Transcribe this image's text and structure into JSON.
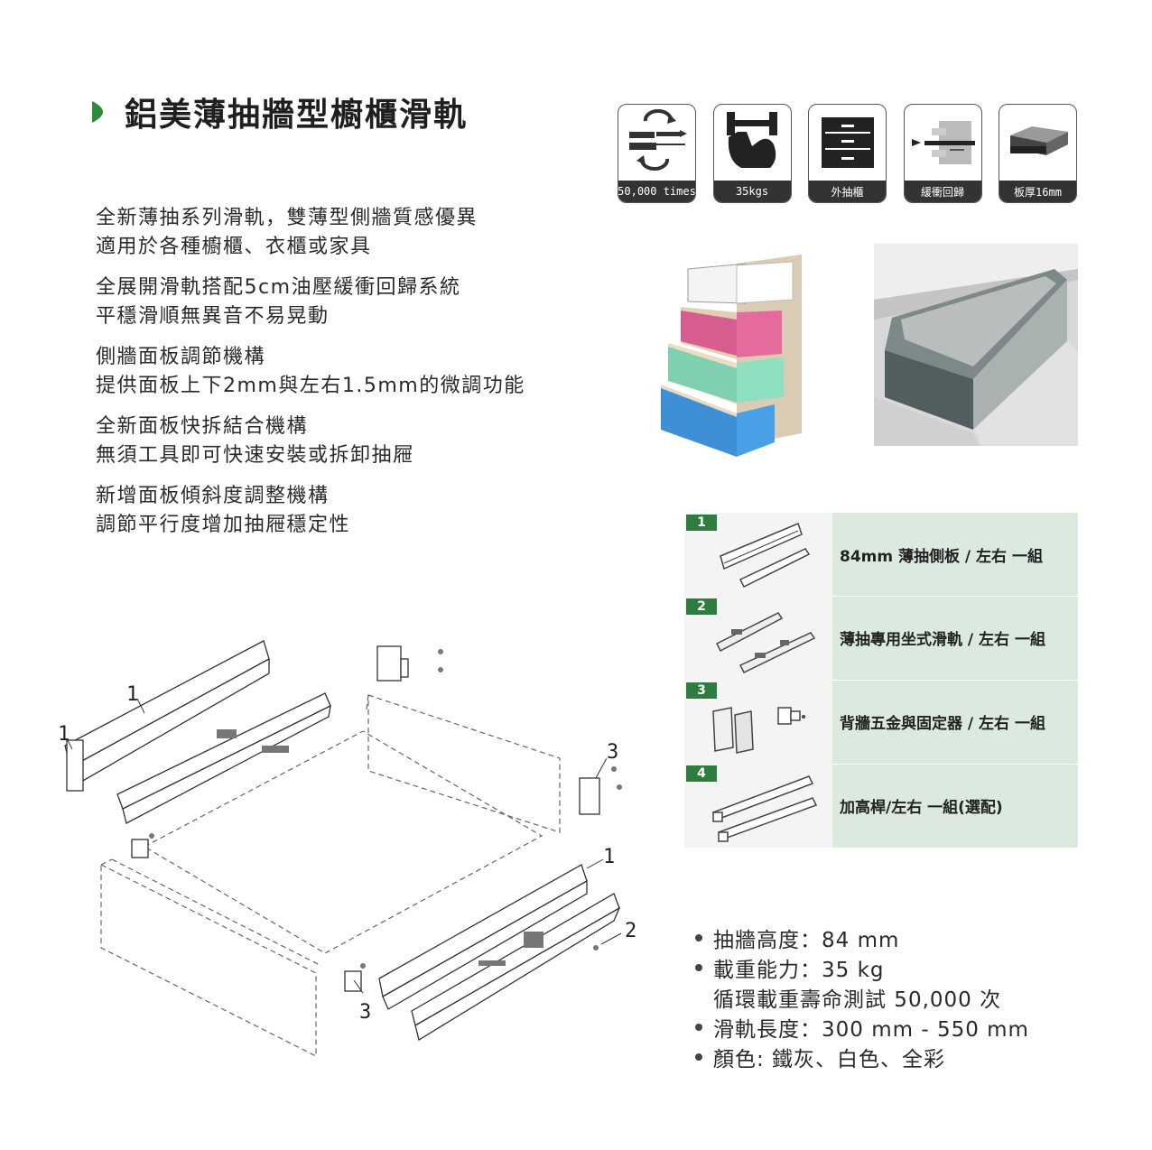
{
  "page": {
    "title": "鋁美薄抽牆型櫥櫃滑軌",
    "accent_color": "#2e8b3d"
  },
  "features": [
    {
      "lines": [
        "全新薄抽系列滑軌，雙薄型側牆質感優異",
        "適用於各種櫥櫃、衣櫃或家具"
      ]
    },
    {
      "lines": [
        "全展開滑軌搭配5cm油壓緩衝回歸系統",
        "平穩滑順無異音不易晃動"
      ]
    },
    {
      "lines": [
        "側牆面板調節機構",
        "提供面板上下2mm與左右1.5mm的微調功能"
      ]
    },
    {
      "lines": [
        "全新面板快拆結合機構",
        "無須工具即可快速安裝或拆卸抽屜"
      ]
    },
    {
      "lines": [
        "新增面板傾斜度調整機構",
        "調節平行度增加抽屜穩定性"
      ]
    }
  ],
  "icons": [
    {
      "name": "cycle-test-icon",
      "label": "50,000 times"
    },
    {
      "name": "strength-icon",
      "label": "35kgs"
    },
    {
      "name": "drawer-icon",
      "label": "外抽櫃"
    },
    {
      "name": "soft-close-icon",
      "label": "緩衝回歸"
    },
    {
      "name": "board-thickness-icon",
      "label": "板厚16mm"
    }
  ],
  "parts": [
    {
      "num": "1",
      "text": "84mm 薄抽側板 / 左右 一組"
    },
    {
      "num": "2",
      "text": "薄抽專用坐式滑軌 / 左右 一組"
    },
    {
      "num": "3",
      "text": "背牆五金與固定器 / 左右 一組"
    },
    {
      "num": "4",
      "text": "加高桿/左右 一組(選配)"
    }
  ],
  "specs": [
    {
      "bullet": true,
      "text": "抽牆高度：84 mm"
    },
    {
      "bullet": true,
      "text": "載重能力：35 kg"
    },
    {
      "bullet": false,
      "text": "循環載重壽命測試 50,000 次"
    },
    {
      "bullet": true,
      "text": "滑軌長度：300 mm - 550 mm"
    },
    {
      "bullet": true,
      "text": "顏色: 鐵灰、白色、全彩"
    }
  ],
  "diagram": {
    "callouts": [
      "1",
      "1",
      "3",
      "1",
      "2",
      "3"
    ]
  }
}
